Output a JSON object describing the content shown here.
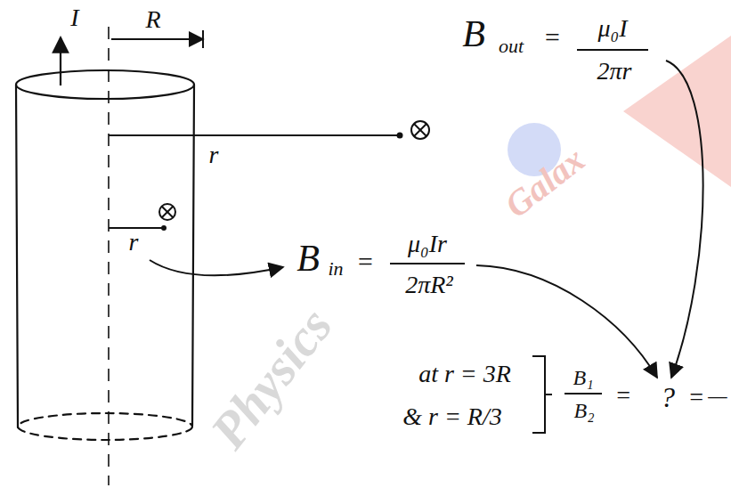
{
  "diagram": {
    "labels": [
      "I",
      "R",
      "r",
      "r",
      "B",
      "out",
      "=",
      "μ₀I",
      "2πr",
      "B",
      "in",
      "=",
      "μ₀Ir",
      "2πR²",
      "at r = 3R",
      "& r = R/3",
      "B₁",
      "B₂",
      "=",
      "?",
      "=",
      "—",
      "Physics",
      "Galax"
    ]
  }
}
